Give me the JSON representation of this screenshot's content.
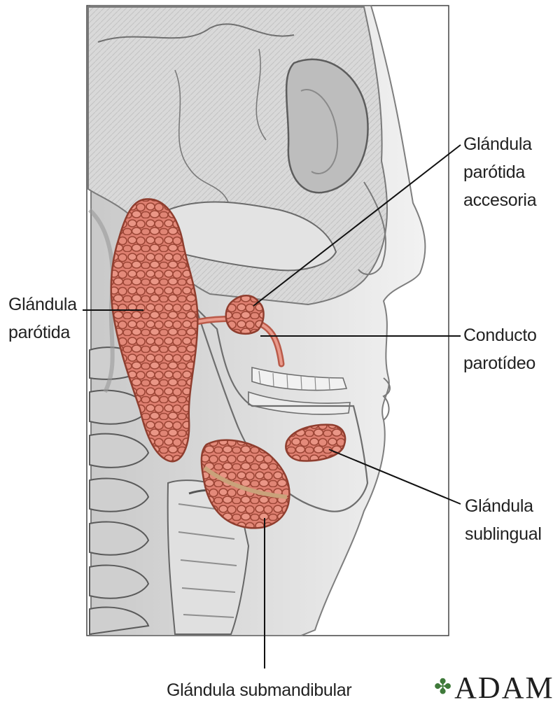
{
  "labels": {
    "parotida": [
      "Glándula",
      "parótida"
    ],
    "parotida_accesoria": [
      "Glándula",
      "parótida",
      "accesoria"
    ],
    "conducto": [
      "Conducto",
      "parotídeo"
    ],
    "sublingual": [
      "Glándula",
      "sublingual"
    ],
    "submandibular": [
      "Glándula submandibular"
    ]
  },
  "logo": {
    "text": "ADAM",
    "leaf_icon": "leaf-icon"
  },
  "colors": {
    "gland": "#d9786a",
    "gland_dark": "#9c4636",
    "bone": "#d6d6d6",
    "bone_dark": "#8e8e8e",
    "line": "#111111"
  }
}
